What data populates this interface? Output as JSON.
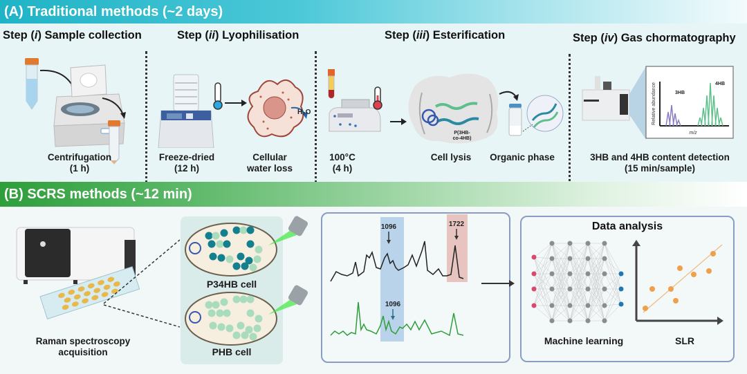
{
  "section_a": {
    "title": "(A) Traditional methods (~2 days)",
    "steps": [
      {
        "prefix": "Step (",
        "numeral": "i",
        "suffix": ") Sample collection",
        "captions": [
          {
            "line1": "Centrifugation",
            "line2": "(1 h)"
          }
        ]
      },
      {
        "prefix": "Step (",
        "numeral": "ii",
        "suffix": ") Lyophilisation",
        "captions": [
          {
            "line1": "Freeze-dried",
            "line2": "(12 h)"
          },
          {
            "line1": "Cellular",
            "line2": "water loss"
          }
        ],
        "water_label": "H₂O"
      },
      {
        "prefix": "Step (",
        "numeral": "iii",
        "suffix": ") Esterification",
        "captions": [
          {
            "line1": "100°C",
            "line2": "(4 h)"
          },
          {
            "line1": "Cell lysis",
            "line2": ""
          },
          {
            "line1": "Organic phase",
            "line2": ""
          }
        ],
        "polymer_label_1": "P(3HB-",
        "polymer_label_2": "co-4HB)"
      },
      {
        "prefix": "Step (",
        "numeral": "iv",
        "suffix": ") Gas chormatography",
        "captions": [
          {
            "line1": "3HB and 4HB content detection",
            "line2": "(15 min/sample)"
          }
        ],
        "gc_plot": {
          "ylabel": "Relative abundance",
          "xlabel": "m/z",
          "peak_labels": [
            "3HB",
            "4HB"
          ],
          "colors": {
            "3HB": "#8e7cc3",
            "4HB": "#5fbf8c"
          }
        }
      }
    ]
  },
  "section_b": {
    "title": "(B) SCRS methods (~12 min)",
    "acquisition_caption_line1": "Raman spectroscopy",
    "acquisition_caption_line2": "acquisition",
    "cells": [
      {
        "label": "P34HB cell"
      },
      {
        "label": "PHB cell"
      }
    ],
    "spectra": {
      "peak_labels": {
        "top_1096": "1096",
        "top_1722": "1722",
        "bottom_1096": "1096"
      },
      "colors": {
        "top": "#222222",
        "bottom": "#2e9e3b",
        "band_1096": "#b8d3ea",
        "band_1722": "#e8c4c0"
      }
    },
    "analysis": {
      "title": "Data analysis",
      "ml_label": "Machine learning",
      "slr_label": "SLR",
      "colors": {
        "input": "#d9496e",
        "hidden": "#8c8c8c",
        "output": "#1f78b4",
        "points": "#f0a04b"
      }
    }
  },
  "colors": {
    "banner_a": "#1fb3c6",
    "banner_b": "#2e9e3b",
    "panel_a_bg": "#e8f5f6",
    "panel_b_bg": "#f1f8f7",
    "box_border": "#8a9cc4"
  }
}
